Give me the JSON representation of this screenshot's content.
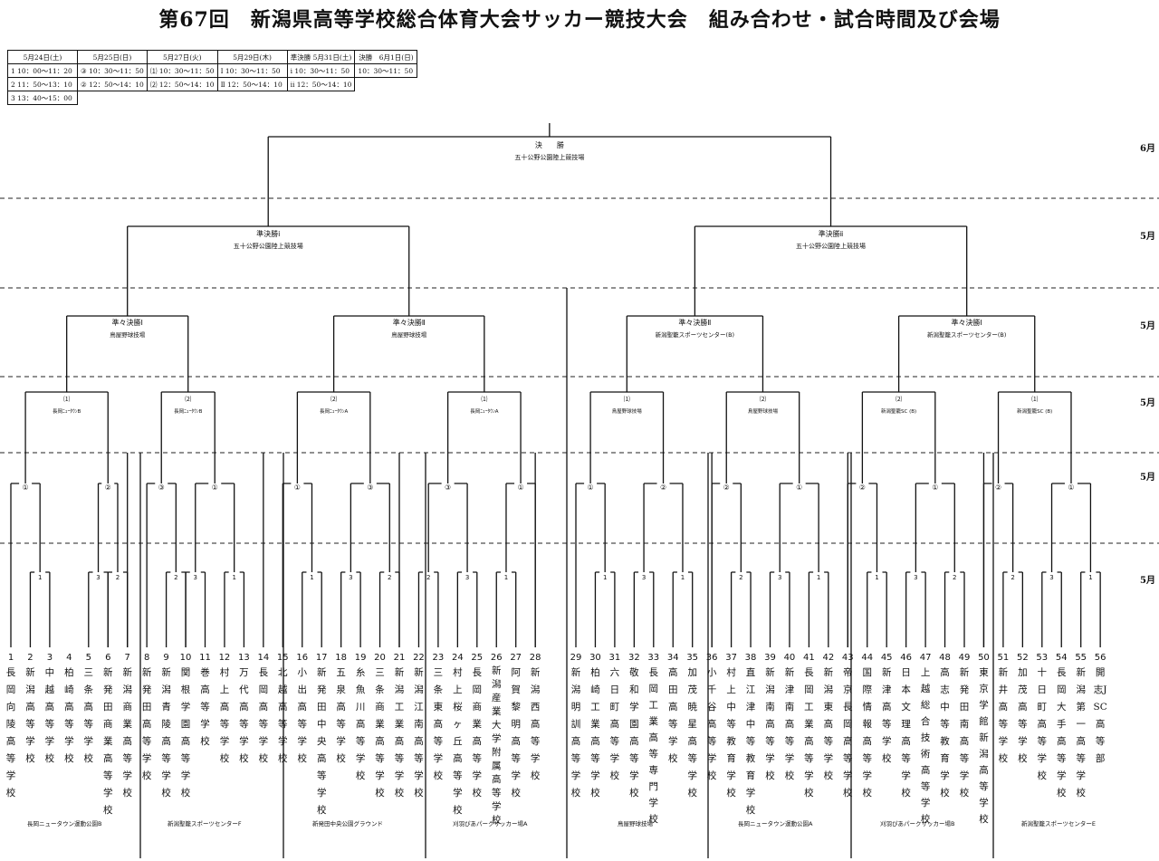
{
  "title": "第67回　新潟県高等学校総合体育大会サッカー競技大会　組み合わせ・試合時間及び会場",
  "schedule": {
    "headers": [
      "5月24日(土)",
      "5月25日(日)",
      "5月27日(火)",
      "5月29日(木)",
      "準決勝 5月31日(土)",
      "決勝　6月1日(日)"
    ],
    "rows": [
      [
        "1 10：00～11：20",
        "③ 10：30～11：50",
        "⑴ 10：30～11：50",
        "Ⅰ 10：30～11：50",
        "ⅰ 10：30～11：50",
        "10：30～11：50"
      ],
      [
        "2 11：50～13：10",
        "② 12：50～14：10",
        "⑵ 12：50～14：10",
        "Ⅱ 12：50～14：10",
        "ⅱ 12：50～14：10",
        ""
      ],
      [
        "3 13：40～15：00",
        "",
        "",
        "",
        "",
        ""
      ]
    ]
  },
  "final": {
    "label": "決　　勝",
    "venue": "五十公野公園陸上競技場"
  },
  "semifinals": [
    {
      "label": "準決勝ⅰ",
      "venue": "五十公野公園陸上競技場"
    },
    {
      "label": "準決勝ⅱ",
      "venue": "五十公野公園陸上競技場"
    }
  ],
  "quarterfinals": [
    {
      "label": "準々決勝Ⅰ",
      "venue": "鳥屋野球技場"
    },
    {
      "label": "準々決勝Ⅱ",
      "venue": "鳥屋野球技場"
    },
    {
      "label": "準々決勝Ⅱ",
      "venue": "新潟聖籠スポーツセンター(B)"
    },
    {
      "label": "準々決勝Ⅰ",
      "venue": "新潟聖籠スポーツセンター(B)"
    }
  ],
  "round3": [
    {
      "code": "⑴",
      "venue": "長岡ﾆｭｰﾀｳﾝB"
    },
    {
      "code": "⑵",
      "venue": "長岡ﾆｭｰﾀｳﾝB"
    },
    {
      "code": "⑵",
      "venue": "長岡ﾆｭｰﾀｳﾝA"
    },
    {
      "code": "⑴",
      "venue": "長岡ﾆｭｰﾀｳﾝA"
    },
    {
      "code": "⑴",
      "venue": "鳥屋野球技場"
    },
    {
      "code": "⑵",
      "venue": "鳥屋野球技場"
    },
    {
      "code": "⑵",
      "venue": "新潟聖籠SC (B)"
    },
    {
      "code": "⑴",
      "venue": "新潟聖籠SC (B)"
    }
  ],
  "round2_codes": [
    "①",
    "②",
    "③",
    "①",
    "①",
    "③",
    "③",
    "①",
    "①",
    "②",
    "②",
    "①",
    "②",
    "①",
    "②",
    "①"
  ],
  "round1_codes": [
    "1",
    "3",
    "2",
    "2",
    "3",
    "1",
    "1",
    "3",
    "2",
    "2",
    "3",
    "1",
    "1",
    "3",
    "1",
    "2",
    "3",
    "1",
    "1",
    "3",
    "2",
    "2",
    "3",
    "1"
  ],
  "dates": [
    "6月",
    "5月",
    "5月",
    "5月",
    "5月",
    "5月"
  ],
  "teams": [
    {
      "num": "1",
      "name": "長岡向陵高等学校"
    },
    {
      "num": "2",
      "name": "新潟高等学校"
    },
    {
      "num": "3",
      "name": "中越高等学校"
    },
    {
      "num": "4",
      "name": "柏崎高等学校"
    },
    {
      "num": "5",
      "name": "三条高等学校"
    },
    {
      "num": "6",
      "name": "新発田商業高等学校"
    },
    {
      "num": "7",
      "name": "新潟商業高等学校"
    },
    {
      "num": "8",
      "name": "新発田高等学校"
    },
    {
      "num": "9",
      "name": "新潟青陵高等学校"
    },
    {
      "num": "10",
      "name": "関根学園高等学校"
    },
    {
      "num": "11",
      "name": "巻高等学校"
    },
    {
      "num": "12",
      "name": "村上高等学校"
    },
    {
      "num": "13",
      "name": "万代高等学校"
    },
    {
      "num": "14",
      "name": "長岡高等学校"
    },
    {
      "num": "15",
      "name": "北越高等学校"
    },
    {
      "num": "16",
      "name": "小出高等学校"
    },
    {
      "num": "17",
      "name": "新発田中央高等学校"
    },
    {
      "num": "18",
      "name": "五泉高等学校"
    },
    {
      "num": "19",
      "name": "糸魚川高等学校"
    },
    {
      "num": "20",
      "name": "三条商業高等学校"
    },
    {
      "num": "21",
      "name": "新潟工業高等学校"
    },
    {
      "num": "22",
      "name": "新潟江南高等学校"
    },
    {
      "num": "23",
      "name": "三条東高等学校"
    },
    {
      "num": "24",
      "name": "村上桜ヶ丘高等学校"
    },
    {
      "num": "25",
      "name": "長岡商業高等学校"
    },
    {
      "num": "26",
      "name": "新潟産業大学附属高等学校"
    },
    {
      "num": "27",
      "name": "阿賀黎明高等学校"
    },
    {
      "num": "28",
      "name": "新潟西高等学校"
    },
    {
      "num": "29",
      "name": "新潟明訓高等学校"
    },
    {
      "num": "30",
      "name": "柏崎工業高等学校"
    },
    {
      "num": "31",
      "name": "六日町高等学校"
    },
    {
      "num": "32",
      "name": "敬和学園高等学校"
    },
    {
      "num": "33",
      "name": "長岡工業高等専門学校"
    },
    {
      "num": "34",
      "name": "高田高等学校"
    },
    {
      "num": "35",
      "name": "加茂暁星高等学校"
    },
    {
      "num": "36",
      "name": "小千谷高等学校"
    },
    {
      "num": "37",
      "name": "村上中等教育学校"
    },
    {
      "num": "38",
      "name": "直江津中等教育学校"
    },
    {
      "num": "39",
      "name": "新潟南高等学校"
    },
    {
      "num": "40",
      "name": "新津南高等学校"
    },
    {
      "num": "41",
      "name": "長岡工業高等学校"
    },
    {
      "num": "42",
      "name": "新潟東高等学校"
    },
    {
      "num": "43",
      "name": "帝京長岡高等学校"
    },
    {
      "num": "44",
      "name": "国際情報高等学校"
    },
    {
      "num": "45",
      "name": "新津高等学校"
    },
    {
      "num": "46",
      "name": "日本文理高等学校"
    },
    {
      "num": "47",
      "name": "上越総合技術高等学校"
    },
    {
      "num": "48",
      "name": "高志中等教育学校"
    },
    {
      "num": "49",
      "name": "新発田南高等学校"
    },
    {
      "num": "50",
      "name": "東京学館新潟高等学校"
    },
    {
      "num": "51",
      "name": "新井高等学校"
    },
    {
      "num": "52",
      "name": "加茂高等学校"
    },
    {
      "num": "53",
      "name": "十日町高等学校"
    },
    {
      "num": "54",
      "name": "長岡大手高等学校"
    },
    {
      "num": "55",
      "name": "新潟第一高等学校"
    },
    {
      "num": "56",
      "name": "開志JSC高等部"
    }
  ],
  "bottom_venues": [
    "長岡ニュータウン運動公園B",
    "新潟聖籠スポーツセンターF",
    "新発田中央公園グラウンド",
    "刈羽ぴあパークサッカー場A",
    "鳥屋野球技場",
    "長岡ニュータウン運動公園A",
    "刈羽ぴあパークサッカー場B",
    "新潟聖籠スポーツセンターE"
  ]
}
